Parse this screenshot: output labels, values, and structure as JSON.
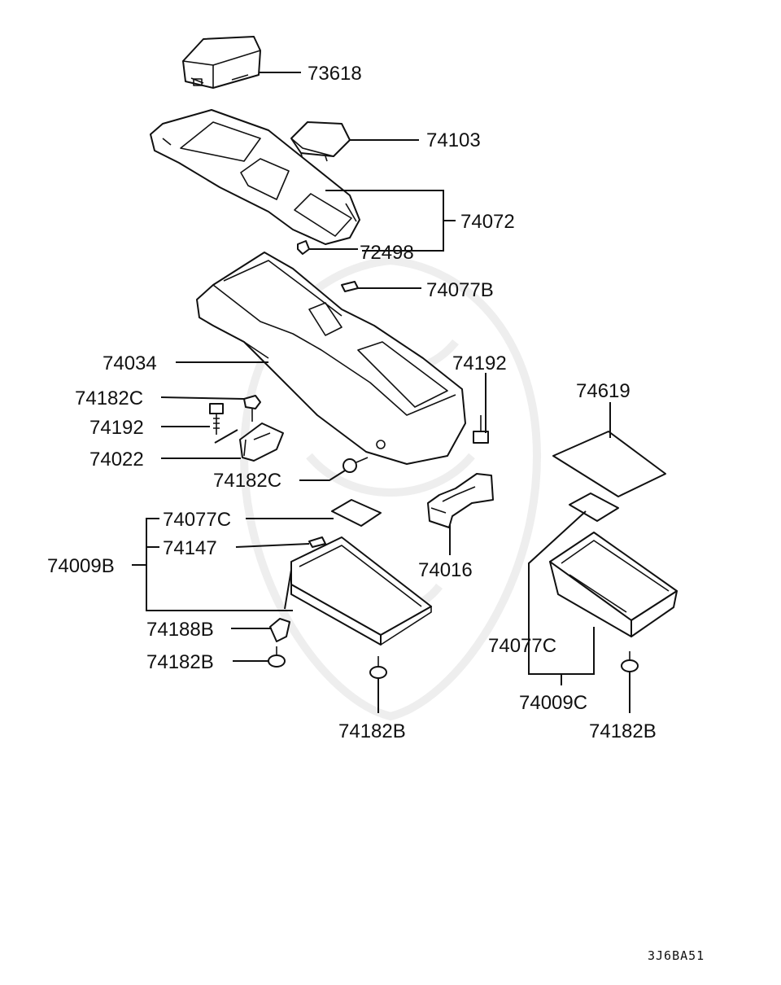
{
  "diagram": {
    "drawing_code": "3J6BA51",
    "callouts": {
      "p73618": "73618",
      "p74103": "74103",
      "p74072": "74072",
      "p72498": "72498",
      "p74077B": "74077B",
      "p74034": "74034",
      "p74192_right": "74192",
      "p74619": "74619",
      "p74182C_top": "74182C",
      "p74192_left": "74192",
      "p74022": "74022",
      "p74182C_mid": "74182C",
      "p74077C_left": "74077C",
      "p74147": "74147",
      "p74009B": "74009B",
      "p74016": "74016",
      "p74188B": "74188B",
      "p74182B_left": "74182B",
      "p74182B_center": "74182B",
      "p74077C_right": "74077C",
      "p74009C": "74009C",
      "p74182B_right": "74182B"
    }
  }
}
